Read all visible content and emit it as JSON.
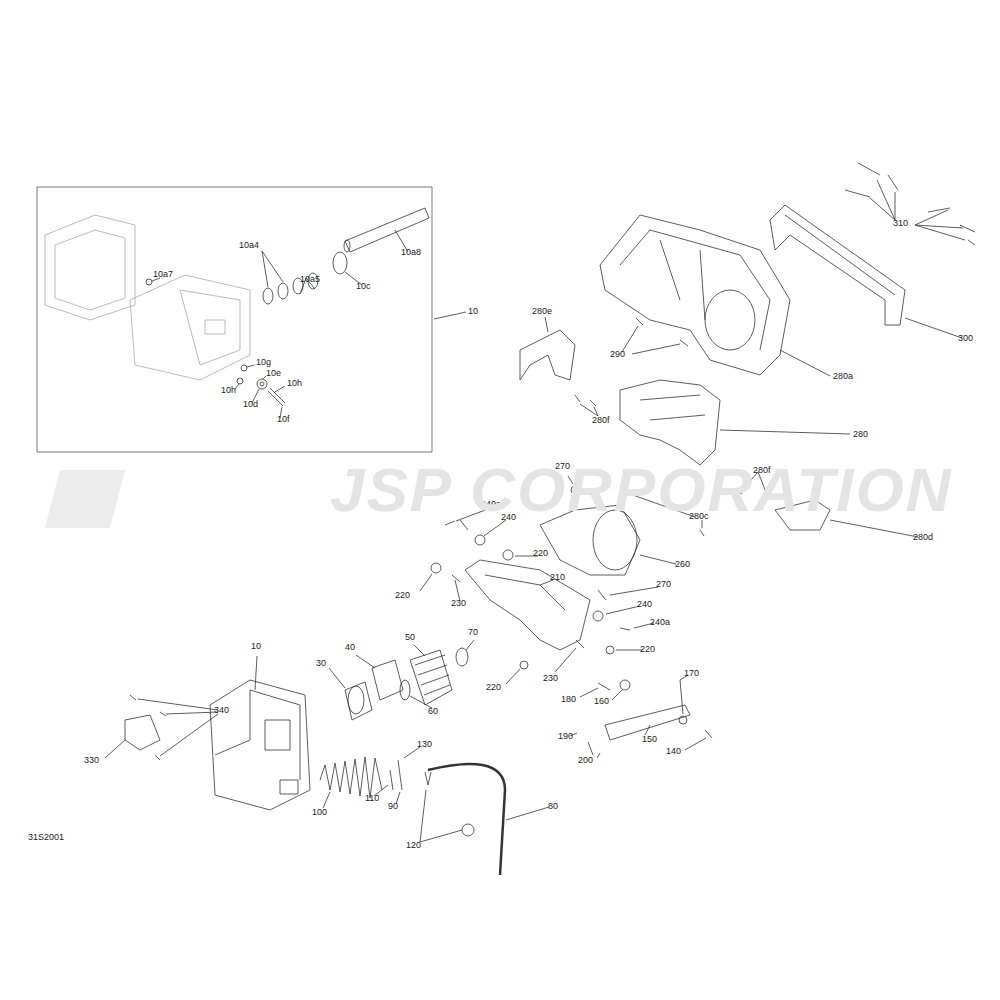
{
  "diagram": {
    "labels": [
      "10a7",
      "10a4",
      "10a5",
      "10c",
      "10a8",
      "10",
      "10g",
      "10e",
      "10h",
      "10h",
      "10d",
      "10f",
      "280e",
      "290",
      "280f",
      "280a",
      "300",
      "310",
      "280",
      "270",
      "280f",
      "280c",
      "280d",
      "240a",
      "240",
      "220",
      "260",
      "210",
      "270",
      "220",
      "230",
      "240",
      "240a",
      "220",
      "220",
      "230",
      "170",
      "180",
      "160",
      "190",
      "150",
      "140",
      "200",
      "10",
      "340",
      "330",
      "30",
      "40",
      "50",
      "70",
      "60",
      "130",
      "110",
      "90",
      "100",
      "120",
      "80",
      "31S2001",
      "JSP CORPORATION"
    ]
  }
}
